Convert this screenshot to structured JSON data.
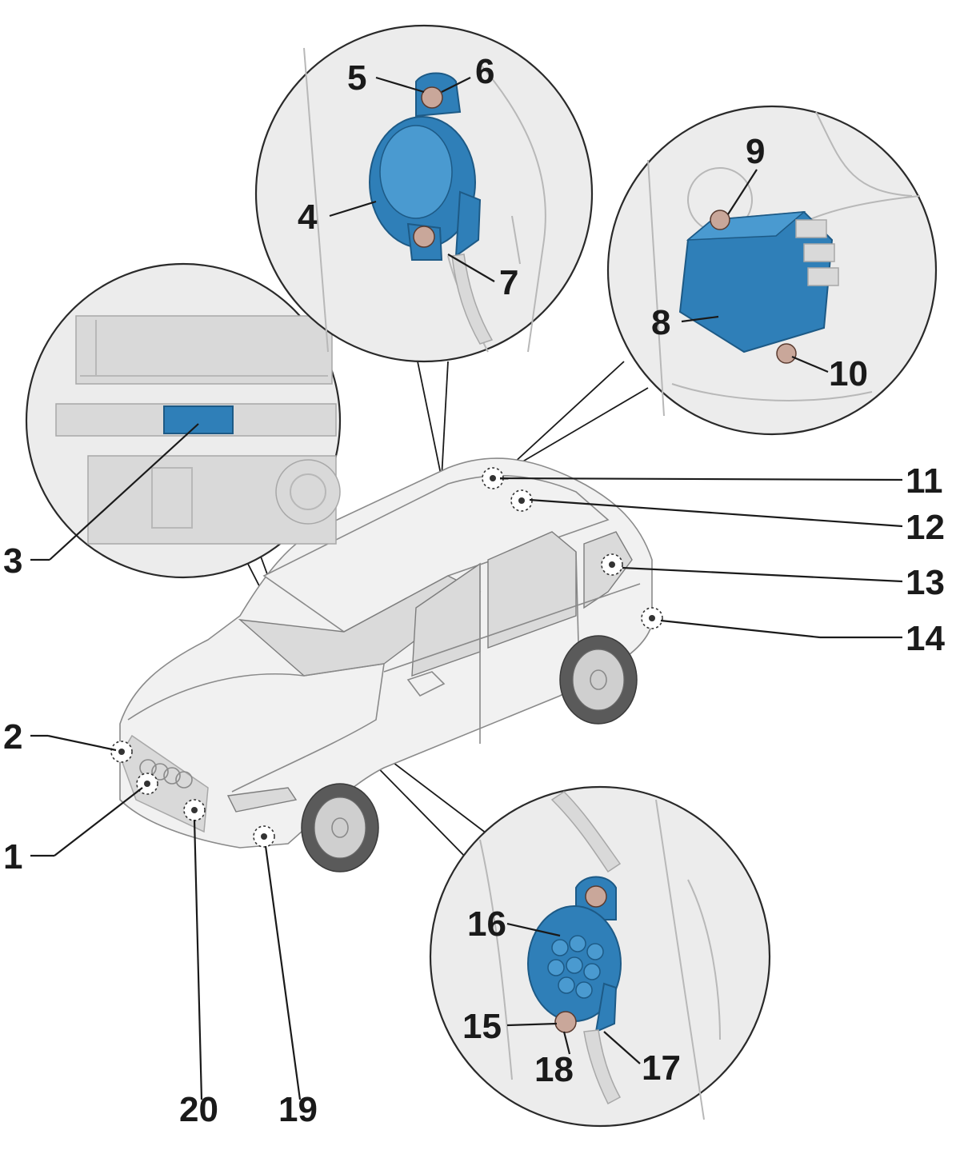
{
  "callouts": {
    "c1": "1",
    "c2": "2",
    "c3": "3",
    "c4": "4",
    "c5": "5",
    "c6": "6",
    "c7": "7",
    "c8": "8",
    "c9": "9",
    "c10": "10",
    "c11": "11",
    "c12": "12",
    "c13": "13",
    "c14": "14",
    "c15": "15",
    "c16": "16",
    "c17": "17",
    "c18": "18",
    "c19": "19",
    "c20": "20"
  },
  "colors": {
    "component_blue": "#2f7fb8",
    "label_text": "#1a1a1a",
    "inset_background": "#ececec"
  },
  "icons": {
    "vehicle": "suv-car-outline-icon",
    "sensor": "round-sensor-icon",
    "control_unit": "control-unit-box-icon",
    "display": "dashboard-display-icon"
  }
}
